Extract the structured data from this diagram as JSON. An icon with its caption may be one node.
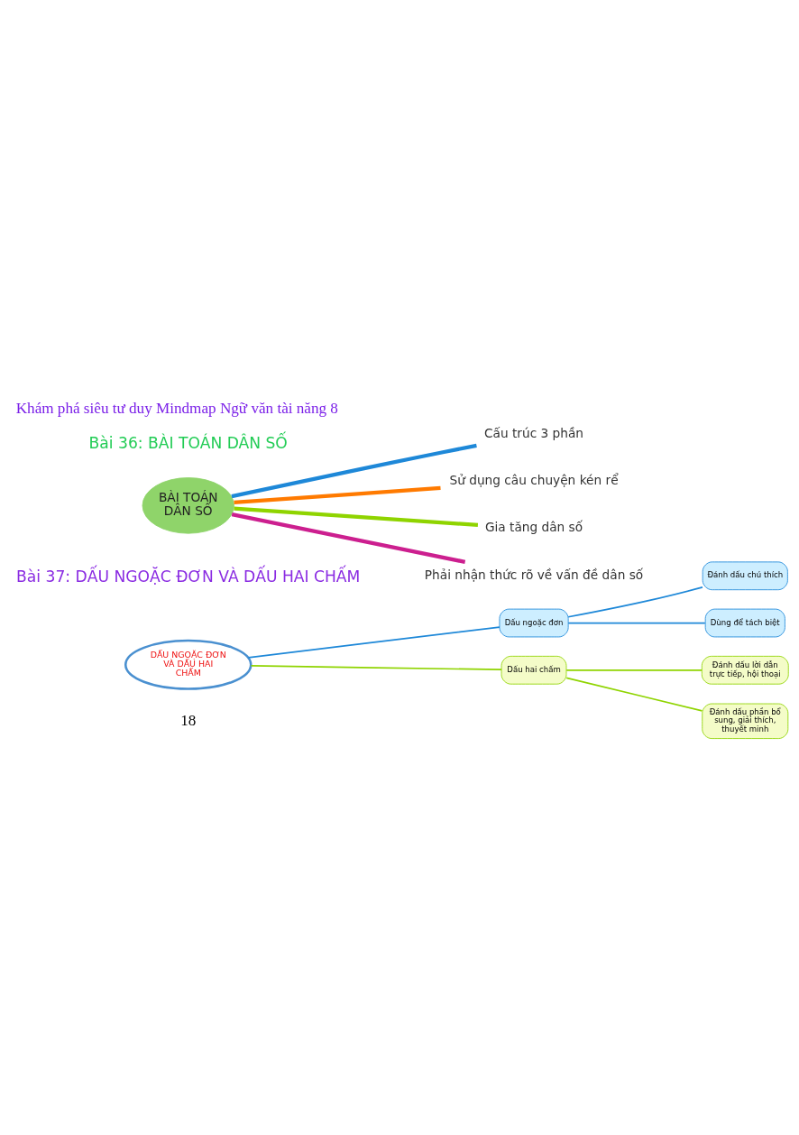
{
  "diagram": {
    "title": "Khám phá siêu tư duy Mindmap Ngữ văn tài năng 8",
    "nodes": [
      {
        "text": [
          "BÀI TOÁN DÂN SỐ"
        ]
      },
      {
        "text": [
          "Cấu trúc 3 phần"
        ]
      },
      {
        "text": [
          "Sử dụng câu chuyện kén rể"
        ]
      },
      {
        "text": [
          "Gia tăng dân số"
        ]
      },
      {
        "text": [
          "Phải nhận thức rõ về vấn đề dân số"
        ]
      },
      {
        "text": [
          "DẤU NGOẶC ĐƠN VÀ DẤU HAI CHẤM"
        ]
      },
      {
        "text": [
          "Dấu ngoặc đơn"
        ]
      },
      {
        "text": [
          "Đánh dấu chú thích"
        ]
      },
      {
        "text": [
          "Dùng để tách biệt"
        ]
      },
      {
        "text": [
          "Dấu hai chấm"
        ]
      },
      {
        "text": [
          "Đánh dấu lời dẫn trực tiếp, hội thoại"
        ]
      },
      {
        "text": [
          "Đánh dấu phần bổ sung, giải thích, thuyết minh"
        ]
      }
    ],
    "edges": [
      {
        "from": 0,
        "to": 1,
        "arrow": "none",
        "style": "thick",
        "color": "#1e88d8"
      },
      {
        "from": 0,
        "to": 2,
        "arrow": "none",
        "style": "thick",
        "color": "#ff7a00"
      },
      {
        "from": 0,
        "to": 3,
        "arrow": "none",
        "style": "thick",
        "color": "#8fd400"
      },
      {
        "from": 0,
        "to": 4,
        "arrow": "none",
        "style": "thick",
        "color": "#cc1f8f"
      },
      {
        "from": 5,
        "to": 6,
        "arrow": "none",
        "color": "#1e88d8"
      },
      {
        "from": 6,
        "to": 7,
        "arrow": "none",
        "color": "#1e88d8"
      },
      {
        "from": 6,
        "to": 8,
        "arrow": "none",
        "color": "#1e88d8"
      },
      {
        "from": 5,
        "to": 9,
        "arrow": "none",
        "color": "#8fd400"
      },
      {
        "from": 9,
        "to": 10,
        "arrow": "none",
        "color": "#8fd400"
      },
      {
        "from": 9,
        "to": 11,
        "arrow": "none",
        "color": "#8fd400"
      }
    ],
    "labels": [
      "Bài 36: BÀI TOÁN DÂN SỐ",
      "Bài 37: DẤU NGOẶC ĐƠN VÀ DẤU HAI CHẤM",
      "18"
    ]
  }
}
